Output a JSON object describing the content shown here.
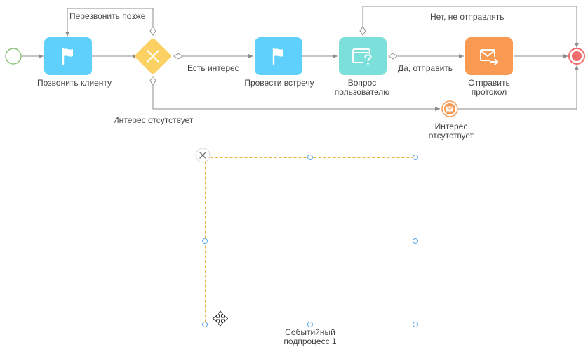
{
  "colors": {
    "task_blue": "#5ed0fb",
    "task_teal": "#7ddfd9",
    "task_orange": "#f99a52",
    "gateway": "#fcd163",
    "start": "#89c57a",
    "end": "#f16c6c",
    "flow": "#8c8c8c",
    "selection": "#e7b538",
    "handle": "#5ea7e6"
  },
  "elements": {
    "task_call_client": {
      "label": "Позвонить клиенту",
      "icon": "flag-icon"
    },
    "task_meeting": {
      "label": "Провести встречу",
      "icon": "flag-icon"
    },
    "task_question": {
      "label_line1": "Вопрос",
      "label_line2": "пользователю",
      "icon": "window-question-icon"
    },
    "task_send": {
      "label_line1": "Отправить",
      "label_line2": "протокол",
      "icon": "envelope-send-icon"
    },
    "message_event": {
      "label_line1": "Интерес",
      "label_line2": "отсутствует",
      "icon": "envelope-icon"
    },
    "subprocess": {
      "label_line1": "Событийный",
      "label_line2": "подпроцесс 1"
    }
  },
  "flows": {
    "call_later": "Перезвонить позже",
    "has_interest": "Есть интерес",
    "no_interest": "Интерес отсутствует",
    "yes_send": "Да, отправить",
    "no_send": "Нет, не отправлять"
  }
}
